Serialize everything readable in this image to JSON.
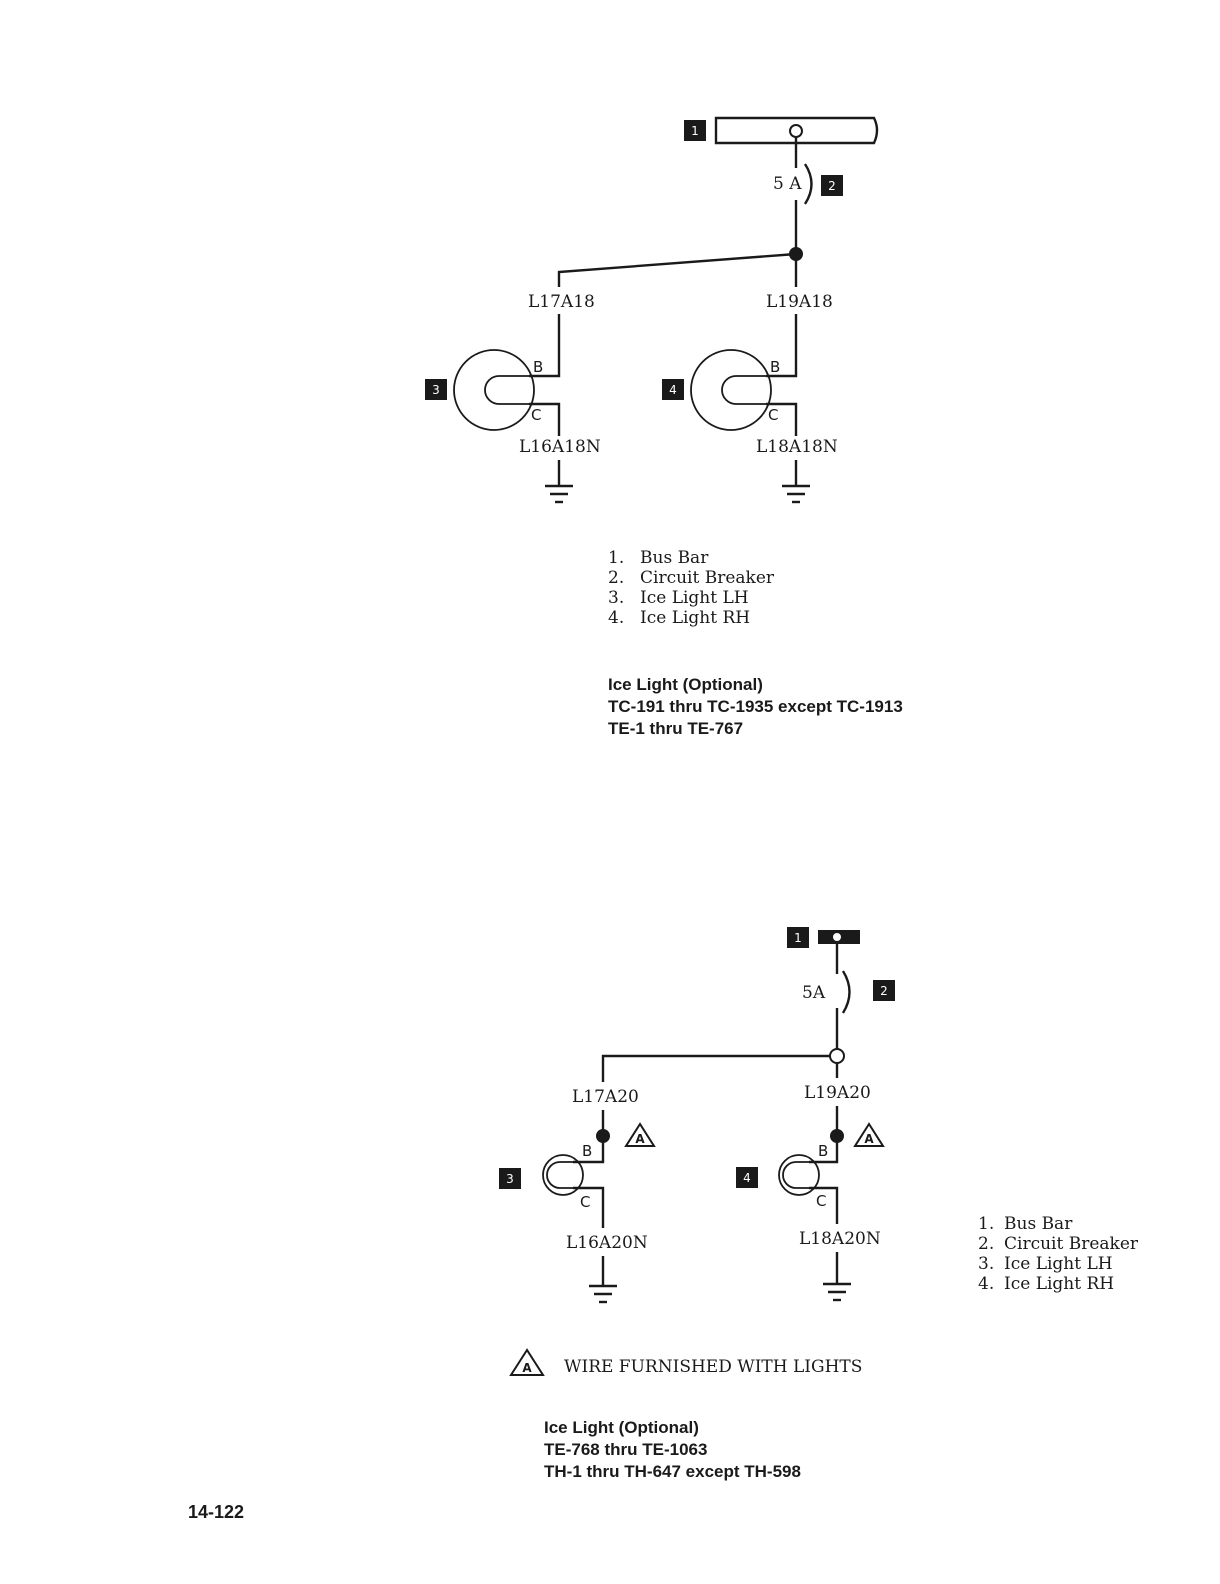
{
  "diagram1": {
    "breaker_rating": "5 A",
    "wire_left_supply": "L17A18",
    "wire_right_supply": "L19A18",
    "wire_left_ground": "L16A18N",
    "wire_right_ground": "L18A18N",
    "pin_b": "B",
    "pin_c": "C",
    "callouts": [
      "1",
      "2",
      "3",
      "4"
    ],
    "legend": [
      {
        "num": "1.",
        "text": "Bus Bar"
      },
      {
        "num": "2.",
        "text": "Circuit Breaker"
      },
      {
        "num": "3.",
        "text": "Ice Light LH"
      },
      {
        "num": "4.",
        "text": "Ice Light RH"
      }
    ],
    "caption": {
      "title": "Ice Light (Optional)",
      "line1": "TC-191 thru TC-1935 except TC-1913",
      "line2": "TE-1 thru TE-767"
    }
  },
  "diagram2": {
    "breaker_rating": "5A",
    "wire_left_supply": "L17A20",
    "wire_right_supply": "L19A20",
    "wire_left_ground": "L16A20N",
    "wire_right_ground": "L18A20N",
    "pin_b": "B",
    "pin_c": "C",
    "callouts": [
      "1",
      "2",
      "3",
      "4"
    ],
    "note_symbol": "A",
    "note_text": "WIRE FURNISHED WITH LIGHTS",
    "legend": [
      {
        "num": "1.",
        "text": "Bus Bar"
      },
      {
        "num": "2.",
        "text": "Circuit Breaker"
      },
      {
        "num": "3.",
        "text": "Ice Light LH"
      },
      {
        "num": "4.",
        "text": "Ice Light RH"
      }
    ],
    "caption": {
      "title": "Ice Light (Optional)",
      "line1": "TE-768 thru TE-1063",
      "line2": "TH-1 thru TH-647 except TH-598"
    }
  },
  "page_number": "14-122"
}
